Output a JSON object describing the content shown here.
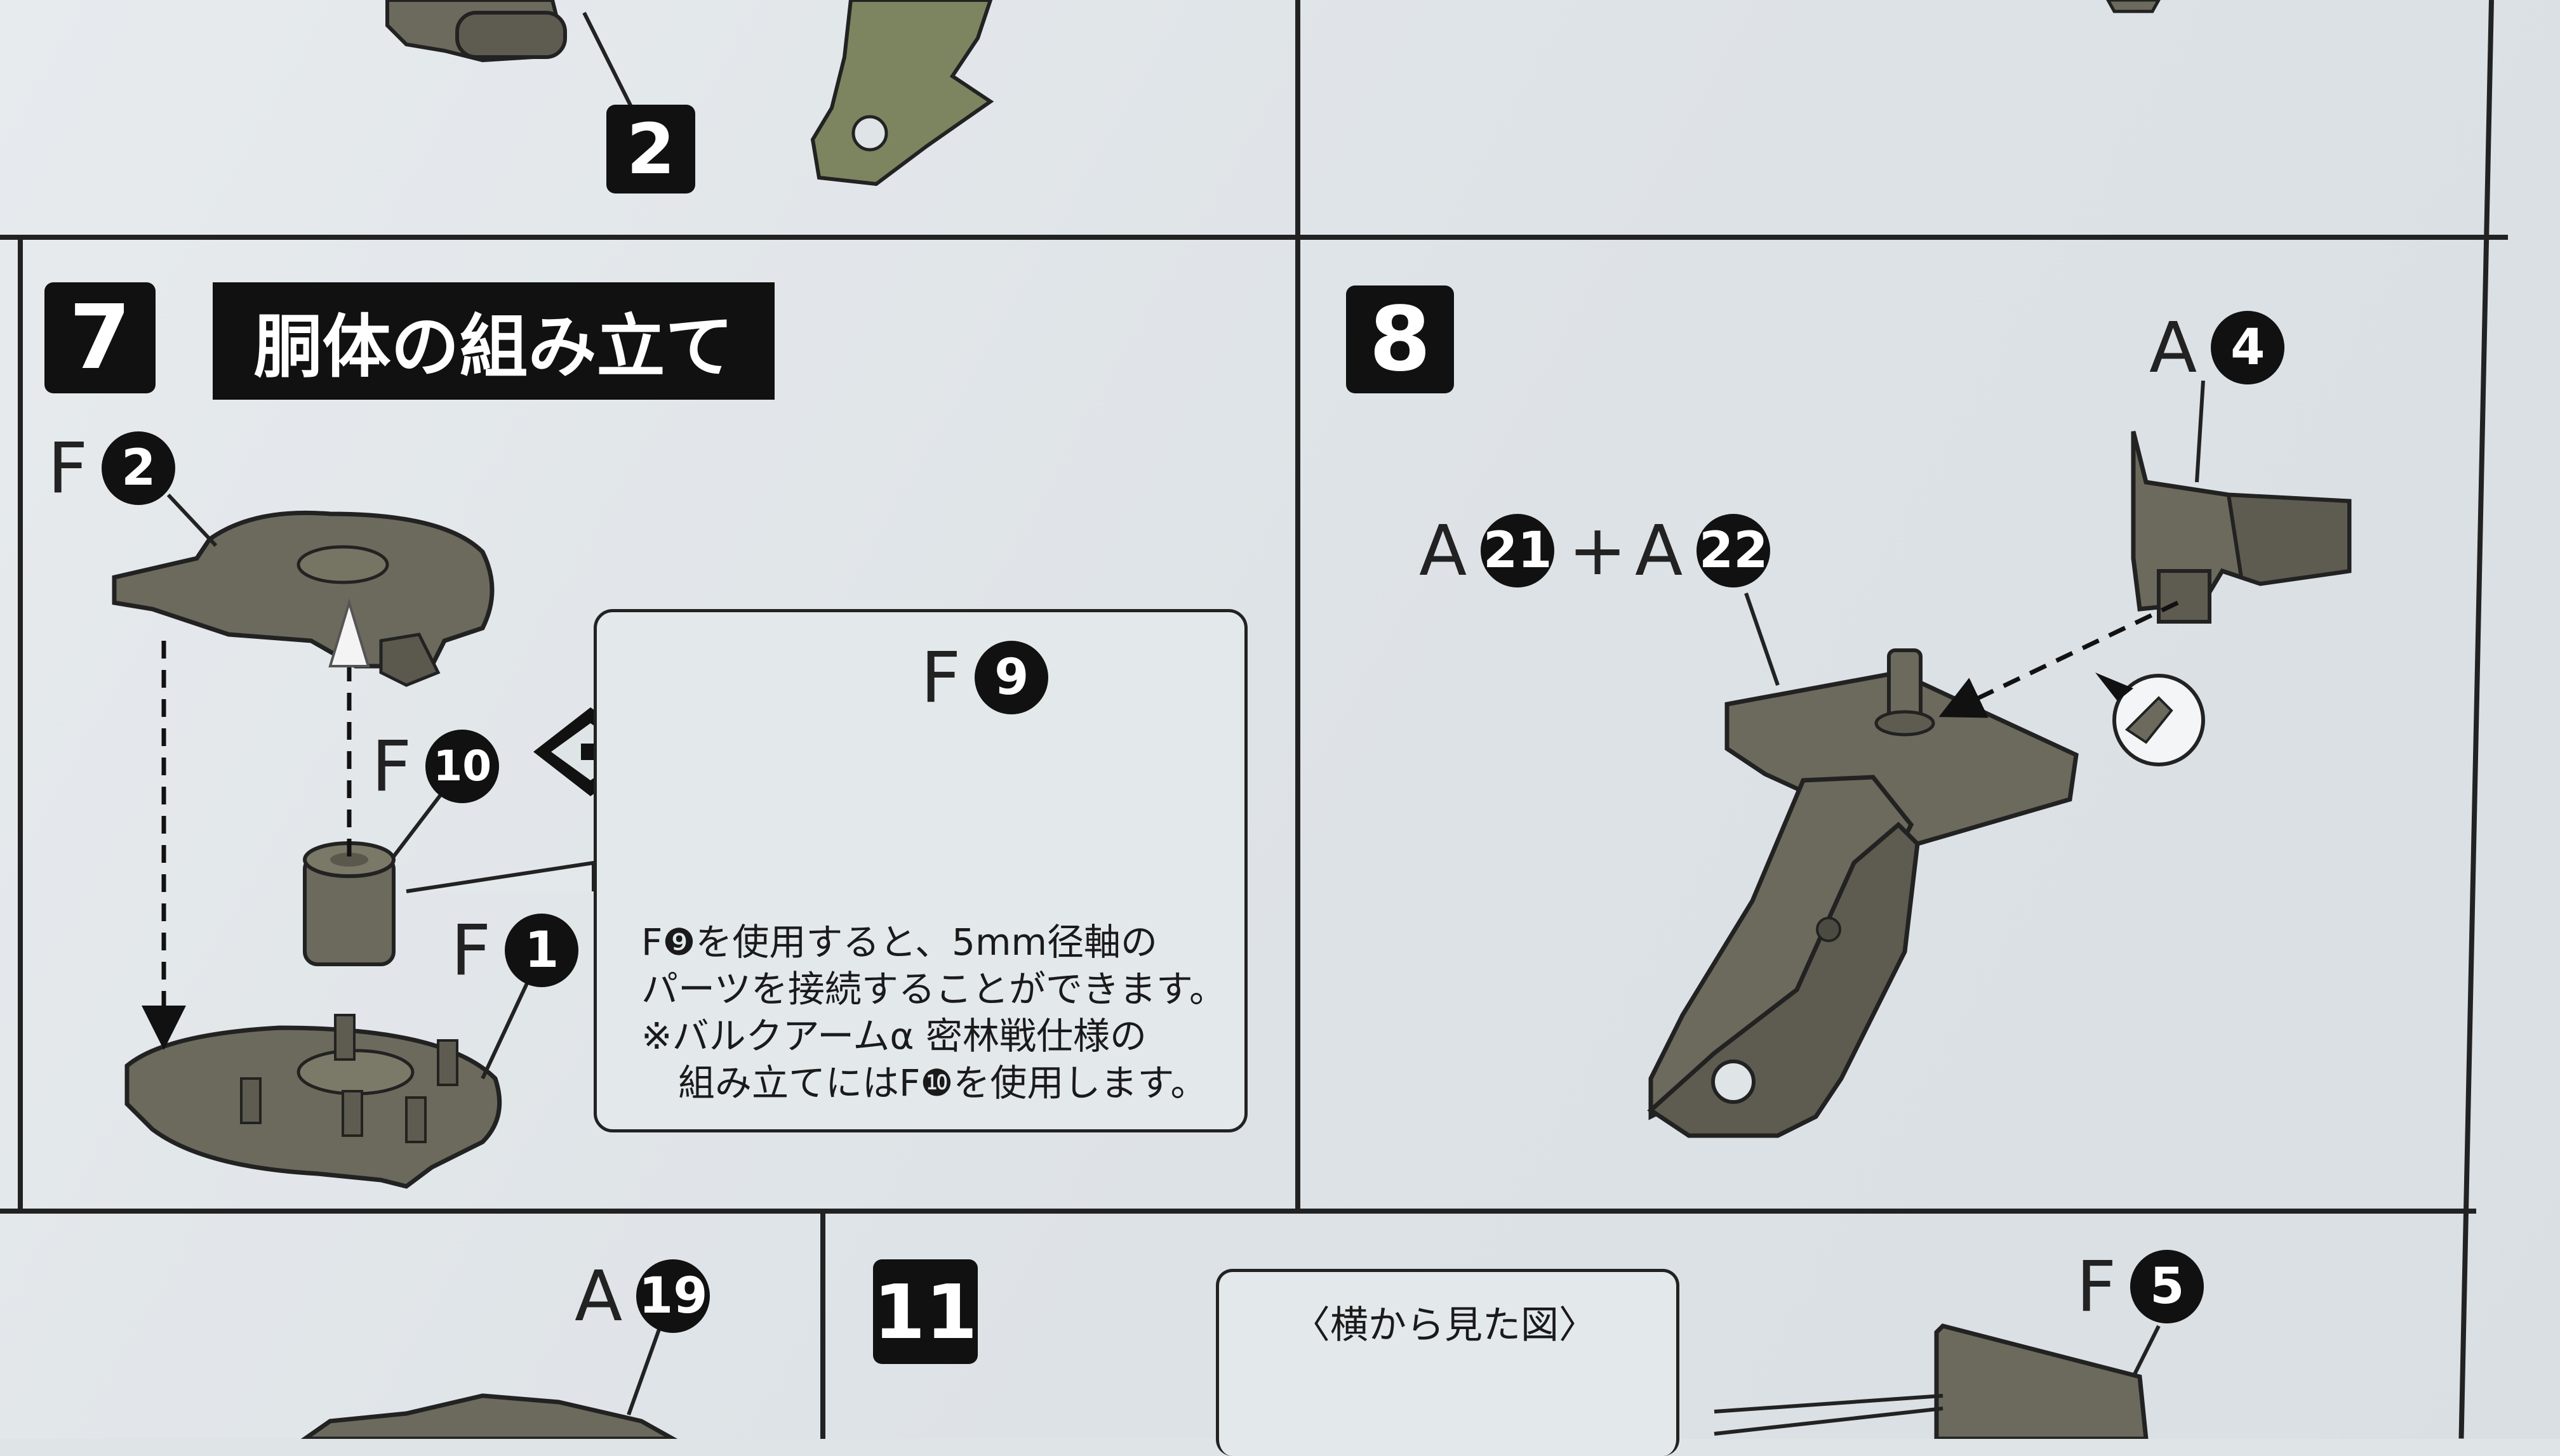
{
  "colors": {
    "paper": "#dfe4e7",
    "ink": "#111111",
    "part_gray": "#6c6a5c",
    "part_green": "#7d8560"
  },
  "top_left": {
    "step_label": "2"
  },
  "step7": {
    "number": "7",
    "title": "胴体の組み立て",
    "labels": [
      {
        "letter": "F",
        "num": "2"
      },
      {
        "letter": "F",
        "num": "10"
      },
      {
        "letter": "F",
        "num": "1"
      }
    ],
    "note": {
      "part": {
        "letter": "F",
        "num": "9"
      },
      "text_lines": [
        "F❾を使用すると、5mm径軸の",
        "パーツを接続することができます。",
        "※バルクアームα 密林戦仕様の",
        "　組み立てにはF❿を使用します。"
      ]
    },
    "icon": "diamond-connector-icon"
  },
  "step8": {
    "number": "8",
    "labels": [
      {
        "letter": "A",
        "num": "4"
      },
      {
        "letter": "A",
        "num": "21"
      },
      {
        "letter": "A",
        "num": "22"
      }
    ],
    "plus": "+",
    "icon": "magnify-detail-icon"
  },
  "bottom_left": {
    "label": {
      "letter": "A",
      "num": "19"
    }
  },
  "step11": {
    "number": "11",
    "side_view_label": "〈横から見た図〉",
    "label": {
      "letter": "F",
      "num": "5"
    }
  }
}
